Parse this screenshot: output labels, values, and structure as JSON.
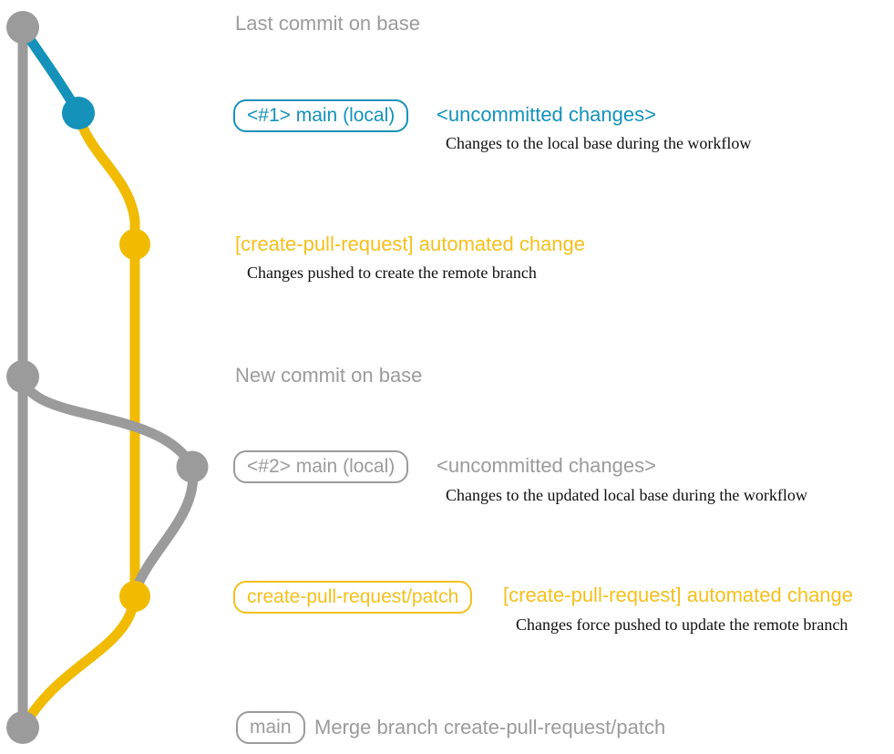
{
  "colors": {
    "gray": "#9b9b9b",
    "blue": "#1492ba",
    "yellow": "#f0bb00",
    "yellow_text": "#f3c01d",
    "text": "#0f0f0f",
    "background": "#ffffff"
  },
  "graph": {
    "branches": [
      {
        "name": "base",
        "color_key": "gray"
      },
      {
        "name": "main-local",
        "color_key": "blue"
      },
      {
        "name": "create-pull-request-patch",
        "color_key": "yellow"
      }
    ]
  },
  "annotations": {
    "last_commit": {
      "label": "Last commit on base"
    },
    "commit1": {
      "badge": "<#1> main (local)",
      "title": "<uncommitted changes>",
      "desc": "Changes to the local base during the workflow"
    },
    "commit2": {
      "title": "[create-pull-request] automated change",
      "desc": "Changes pushed to create the remote branch"
    },
    "new_commit": {
      "label": "New commit on base"
    },
    "commit3": {
      "badge": "<#2> main (local)",
      "title": "<uncommitted changes>",
      "desc": "Changes to the updated local base during the workflow"
    },
    "commit4": {
      "badge": "create-pull-request/patch",
      "title": "[create-pull-request] automated change",
      "desc": "Changes force pushed to update the remote branch"
    },
    "merge": {
      "badge": "main",
      "title": "Merge branch create-pull-request/patch"
    }
  }
}
